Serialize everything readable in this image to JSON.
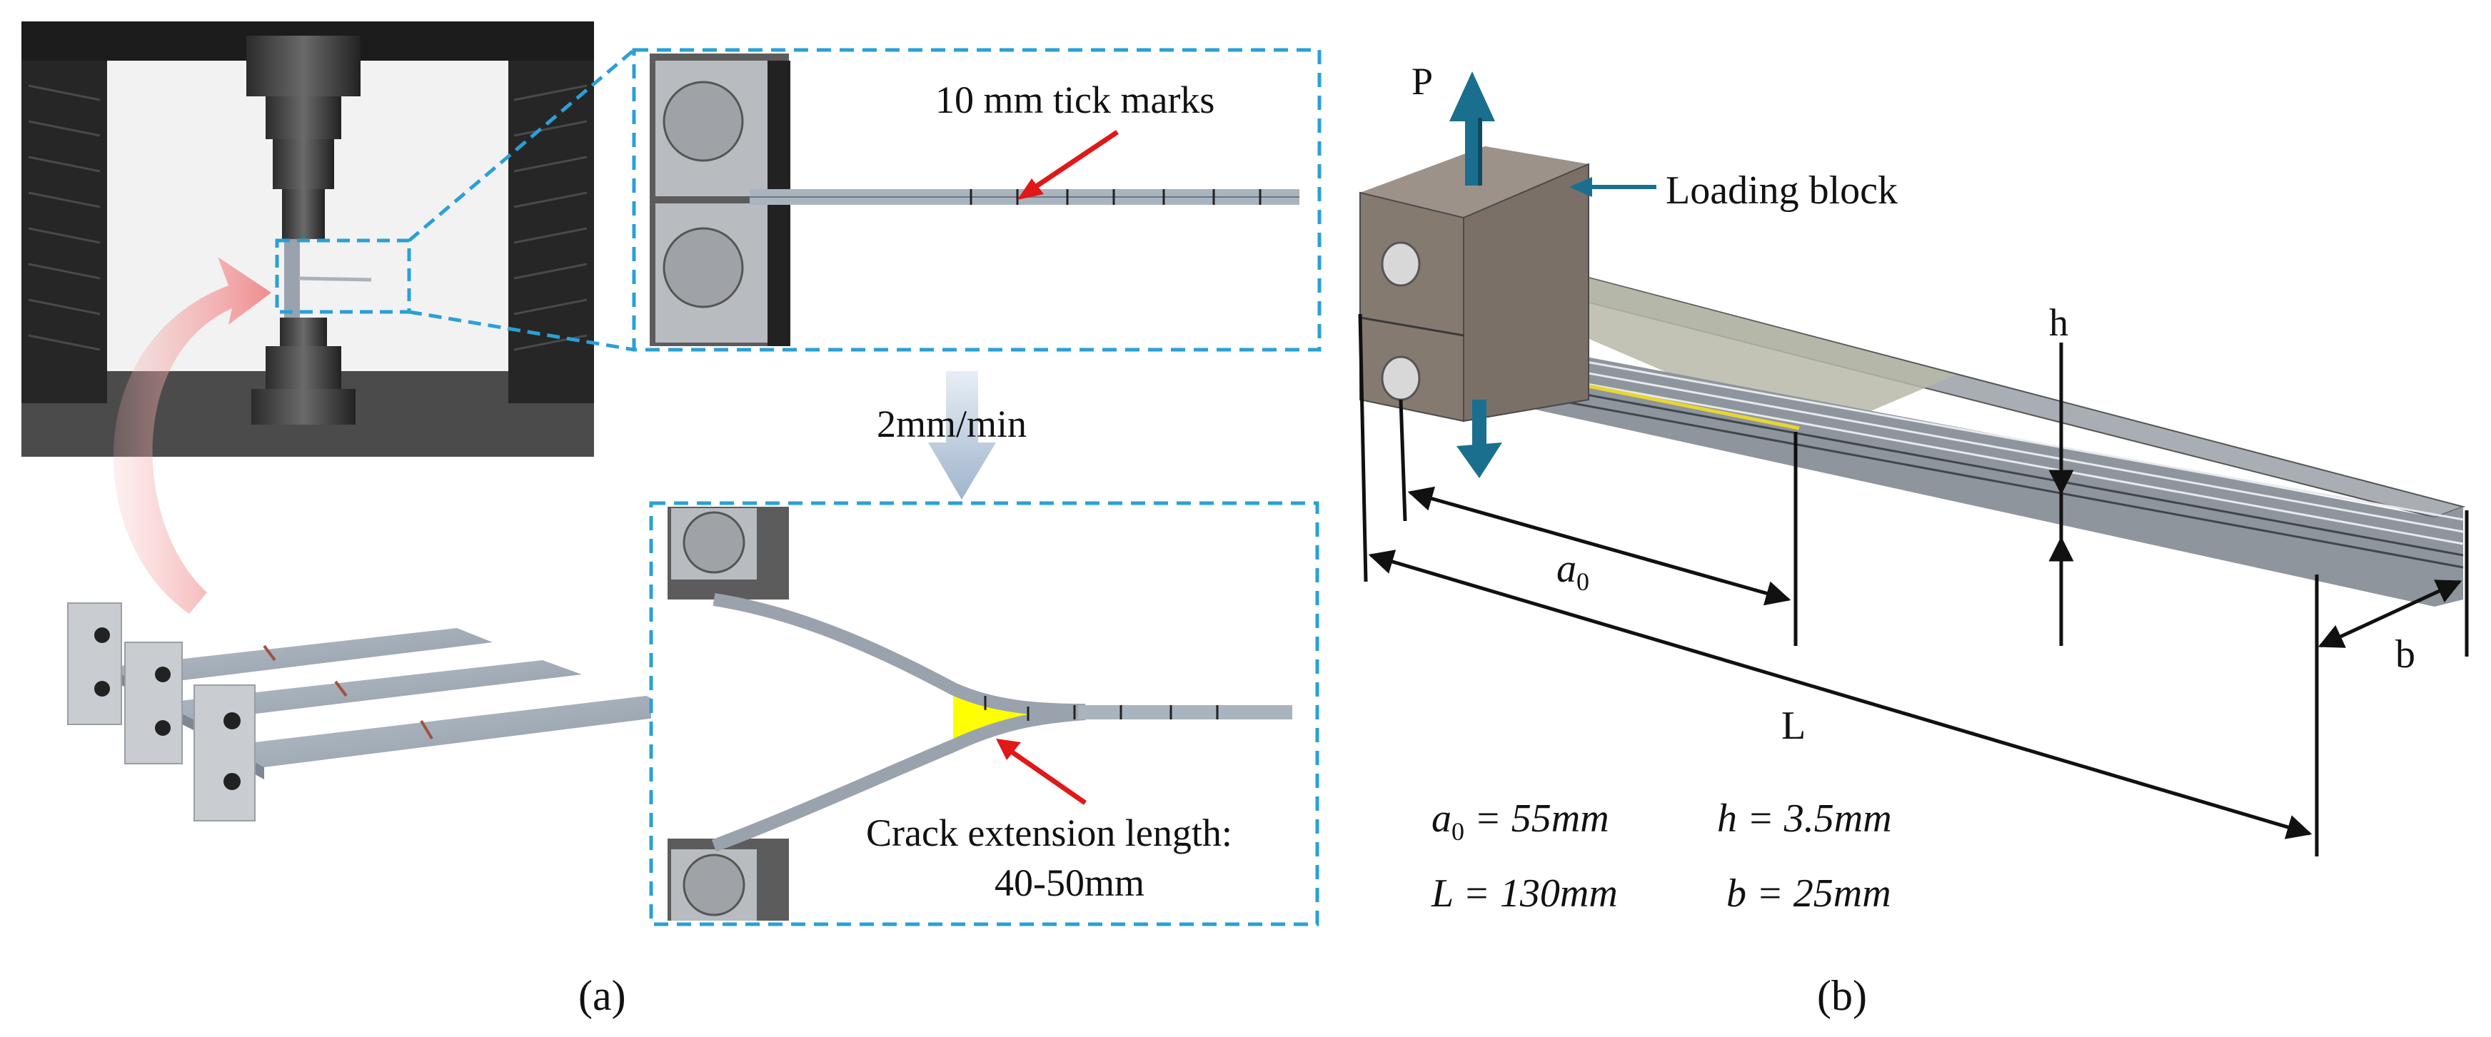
{
  "panel_a": {
    "tick_label": "10 mm tick marks",
    "rate_label": "2mm/min",
    "crack_label_line1": "Crack extension length:",
    "crack_label_line2": "40-50mm",
    "caption": "(a)"
  },
  "panel_b": {
    "load_label": "P",
    "loading_block_label": "Loading block",
    "h_label": "h",
    "a0_label": "a",
    "a0_sub": "0",
    "L_label": "L",
    "b_label": "b",
    "eq_a0_sym": "a",
    "eq_a0_sub": "0",
    "eq_a0_val": " = 55mm",
    "eq_h": "h = 3.5mm",
    "eq_L": "L = 130mm",
    "eq_b": "b = 25mm",
    "caption": "(b)"
  },
  "colors": {
    "callout": "#2aa0d6",
    "arrow_red": "#e01818",
    "load_arrow": "#1a6f8f",
    "crack": "#ffff00",
    "flow_arrow": "#f08c8c"
  }
}
